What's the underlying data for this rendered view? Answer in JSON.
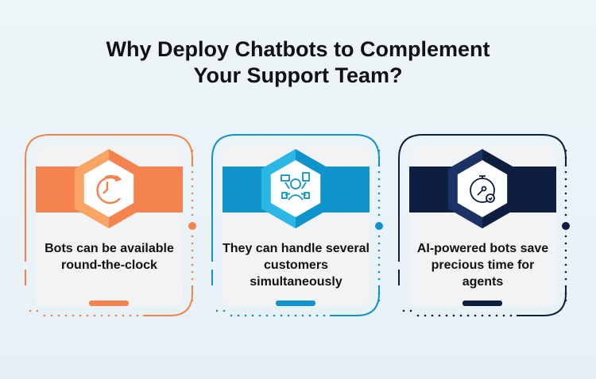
{
  "title_line1": "Why Deploy Chatbots to Complement",
  "title_line2": "Your Support Team?",
  "cards": [
    {
      "text": "Bots can be available round-the-clock",
      "icon": "clock-refresh-icon",
      "color": "#F4834F",
      "light": "#F9A565"
    },
    {
      "text": "They can handle several customers simultaneously",
      "icon": "multitasking-agent-icon",
      "color": "#0F93CB",
      "light": "#2BB7E6"
    },
    {
      "text": "AI-powered bots save precious time for agents",
      "icon": "stopwatch-icon",
      "color": "#0E1E40",
      "light": "#1C3164"
    }
  ]
}
